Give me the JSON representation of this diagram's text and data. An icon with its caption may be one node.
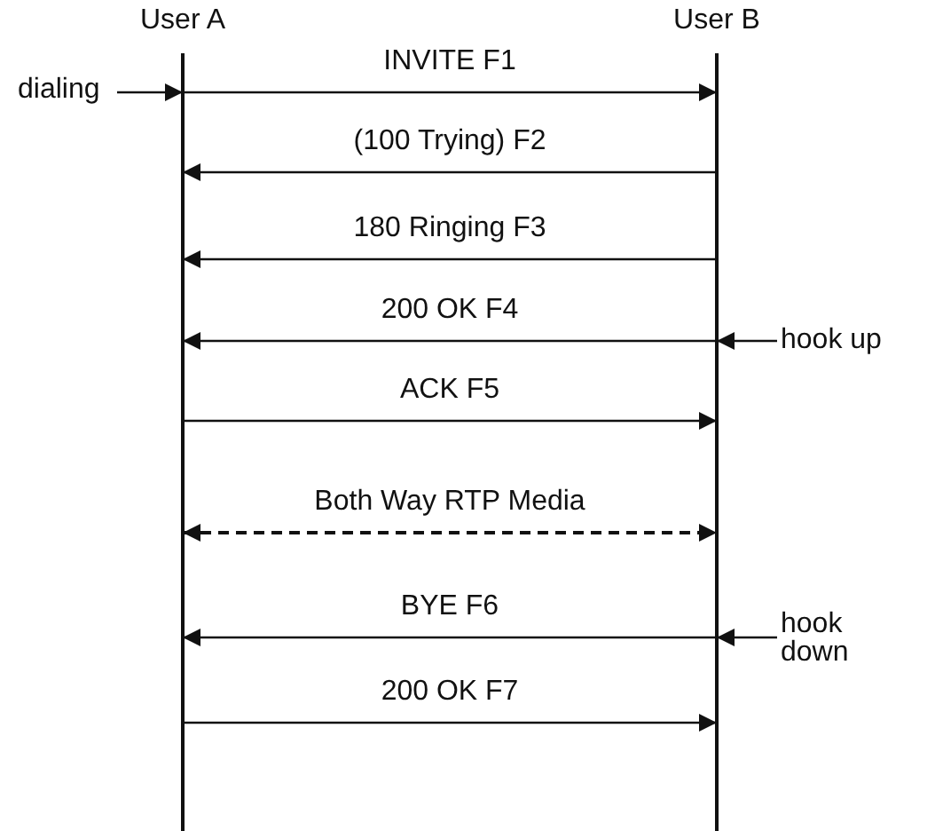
{
  "diagram": {
    "nodes": [
      {
        "text": [
          "User A"
        ]
      },
      {
        "text": [
          "User B"
        ]
      },
      {
        "text": [
          "dialing"
        ]
      },
      {
        "text": [
          "hook up"
        ]
      },
      {
        "text": [
          "hook down"
        ]
      }
    ],
    "edges": [
      {
        "from": 2,
        "to": 0,
        "arrow": "to"
      },
      {
        "from": 0,
        "to": 1,
        "arrow": "to",
        "label": "INVITE F1"
      },
      {
        "from": 1,
        "to": 0,
        "arrow": "to",
        "label": "(100 Trying) F2"
      },
      {
        "from": 1,
        "to": 0,
        "arrow": "to",
        "label": "180 Ringing F3"
      },
      {
        "from": 3,
        "to": 1,
        "arrow": "to"
      },
      {
        "from": 1,
        "to": 0,
        "arrow": "to",
        "label": "200 OK F4"
      },
      {
        "from": 0,
        "to": 1,
        "arrow": "to",
        "label": "ACK F5"
      },
      {
        "from": 0,
        "to": 1,
        "arrow": "both",
        "label": "Both Way RTP Media",
        "style": "dashed"
      },
      {
        "from": 4,
        "to": 1,
        "arrow": "to"
      },
      {
        "from": 1,
        "to": 0,
        "arrow": "to",
        "label": "BYE F6"
      },
      {
        "from": 0,
        "to": 1,
        "arrow": "to",
        "label": "200 OK F7"
      }
    ]
  }
}
